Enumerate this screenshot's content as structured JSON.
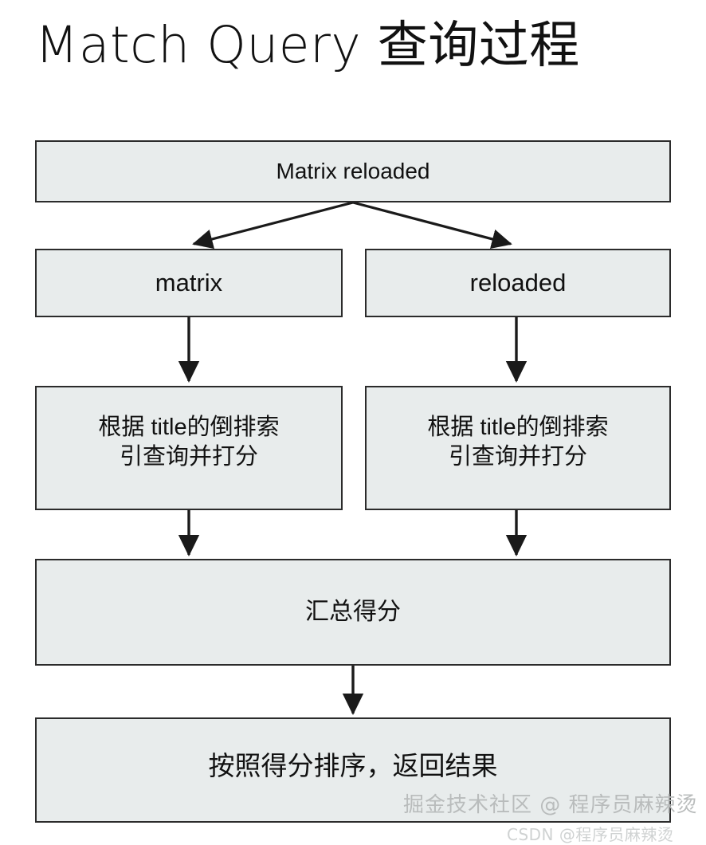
{
  "page": {
    "title": "Match Query 查询过程",
    "background_color": "#ffffff",
    "node_fill_color": "#e8ecec",
    "node_border_color": "#2b2b2b",
    "connector_color": "#1a1a1a",
    "text_color": "#111111"
  },
  "diagram": {
    "type": "flowchart",
    "nodes": [
      {
        "id": "root",
        "label": "Matrix reloaded"
      },
      {
        "id": "term-1",
        "label": "matrix"
      },
      {
        "id": "term-2",
        "label": "reloaded"
      },
      {
        "id": "score-1",
        "label": "根据 title的倒排索\n引查询并打分"
      },
      {
        "id": "score-2",
        "label": "根据 title的倒排索\n引查询并打分"
      },
      {
        "id": "aggregate",
        "label": "汇总得分"
      },
      {
        "id": "result",
        "label": "按照得分排序，返回结果"
      }
    ],
    "edges": [
      {
        "from": "root",
        "to": "term-1",
        "style": "split-arrow"
      },
      {
        "from": "root",
        "to": "term-2",
        "style": "split-arrow"
      },
      {
        "from": "term-1",
        "to": "score-1",
        "style": "straight-arrow"
      },
      {
        "from": "term-2",
        "to": "score-2",
        "style": "straight-arrow"
      },
      {
        "from": "score-1",
        "to": "aggregate",
        "style": "straight-arrow"
      },
      {
        "from": "score-2",
        "to": "aggregate",
        "style": "straight-arrow"
      },
      {
        "from": "aggregate",
        "to": "result",
        "style": "straight-arrow"
      }
    ]
  },
  "watermarks": {
    "juejin": "掘金技术社区 @ 程序员麻辣烫",
    "csdn": "CSDN @程序员麻辣烫"
  }
}
